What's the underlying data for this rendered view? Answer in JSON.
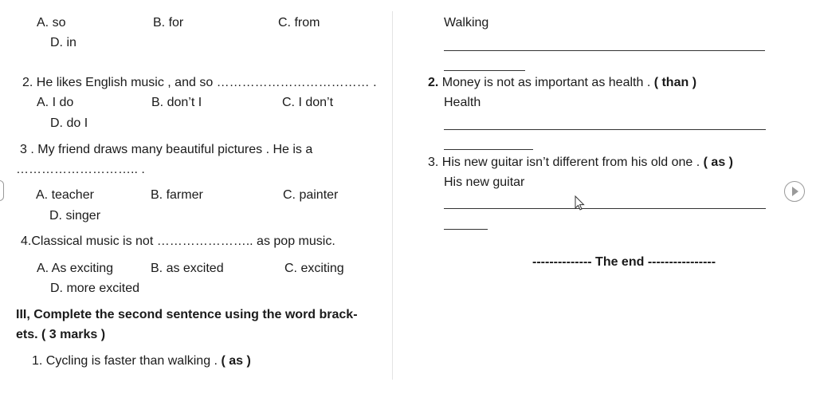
{
  "left": {
    "q1_opts": {
      "a": "A. so",
      "b": "B. for",
      "c": "C. from",
      "d": "D. in"
    },
    "q2": {
      "text": "2. He likes English music , and so ……………………………… .",
      "a": "A. I do",
      "b": "B. don’t I",
      "c": "C. I don’t",
      "d": "D. do I"
    },
    "q3": {
      "text": "3 .  My friend draws many beautiful pictures . He is a",
      "blank": "……………………….. .",
      "a": "A. teacher",
      "b": "B. farmer",
      "c": "C. painter",
      "d": "D. singer"
    },
    "q4": {
      "text": "4.Classical music is not ………………….. as  pop music.",
      "a": "A. As exciting",
      "b": "B. as excited",
      "c": "C. exciting",
      "d": "D. more excited"
    },
    "section3": {
      "line1": "III, Complete the second sentence using the word brack-",
      "line2": "ets. ( 3 marks )"
    },
    "s1": {
      "text": "1. Cycling is faster than walking . ",
      "keyword": "( as )"
    }
  },
  "right": {
    "walking": "Walking",
    "s2": {
      "num": "2.",
      "text": " Money is not as important as health . ",
      "keyword": "( than )",
      "start": "Health"
    },
    "s3": {
      "text": "3. His new guitar isn’t different from his old one . ",
      "keyword": "( as )",
      "start": "His new guitar"
    },
    "the_end": "-------------- The end ----------------"
  }
}
